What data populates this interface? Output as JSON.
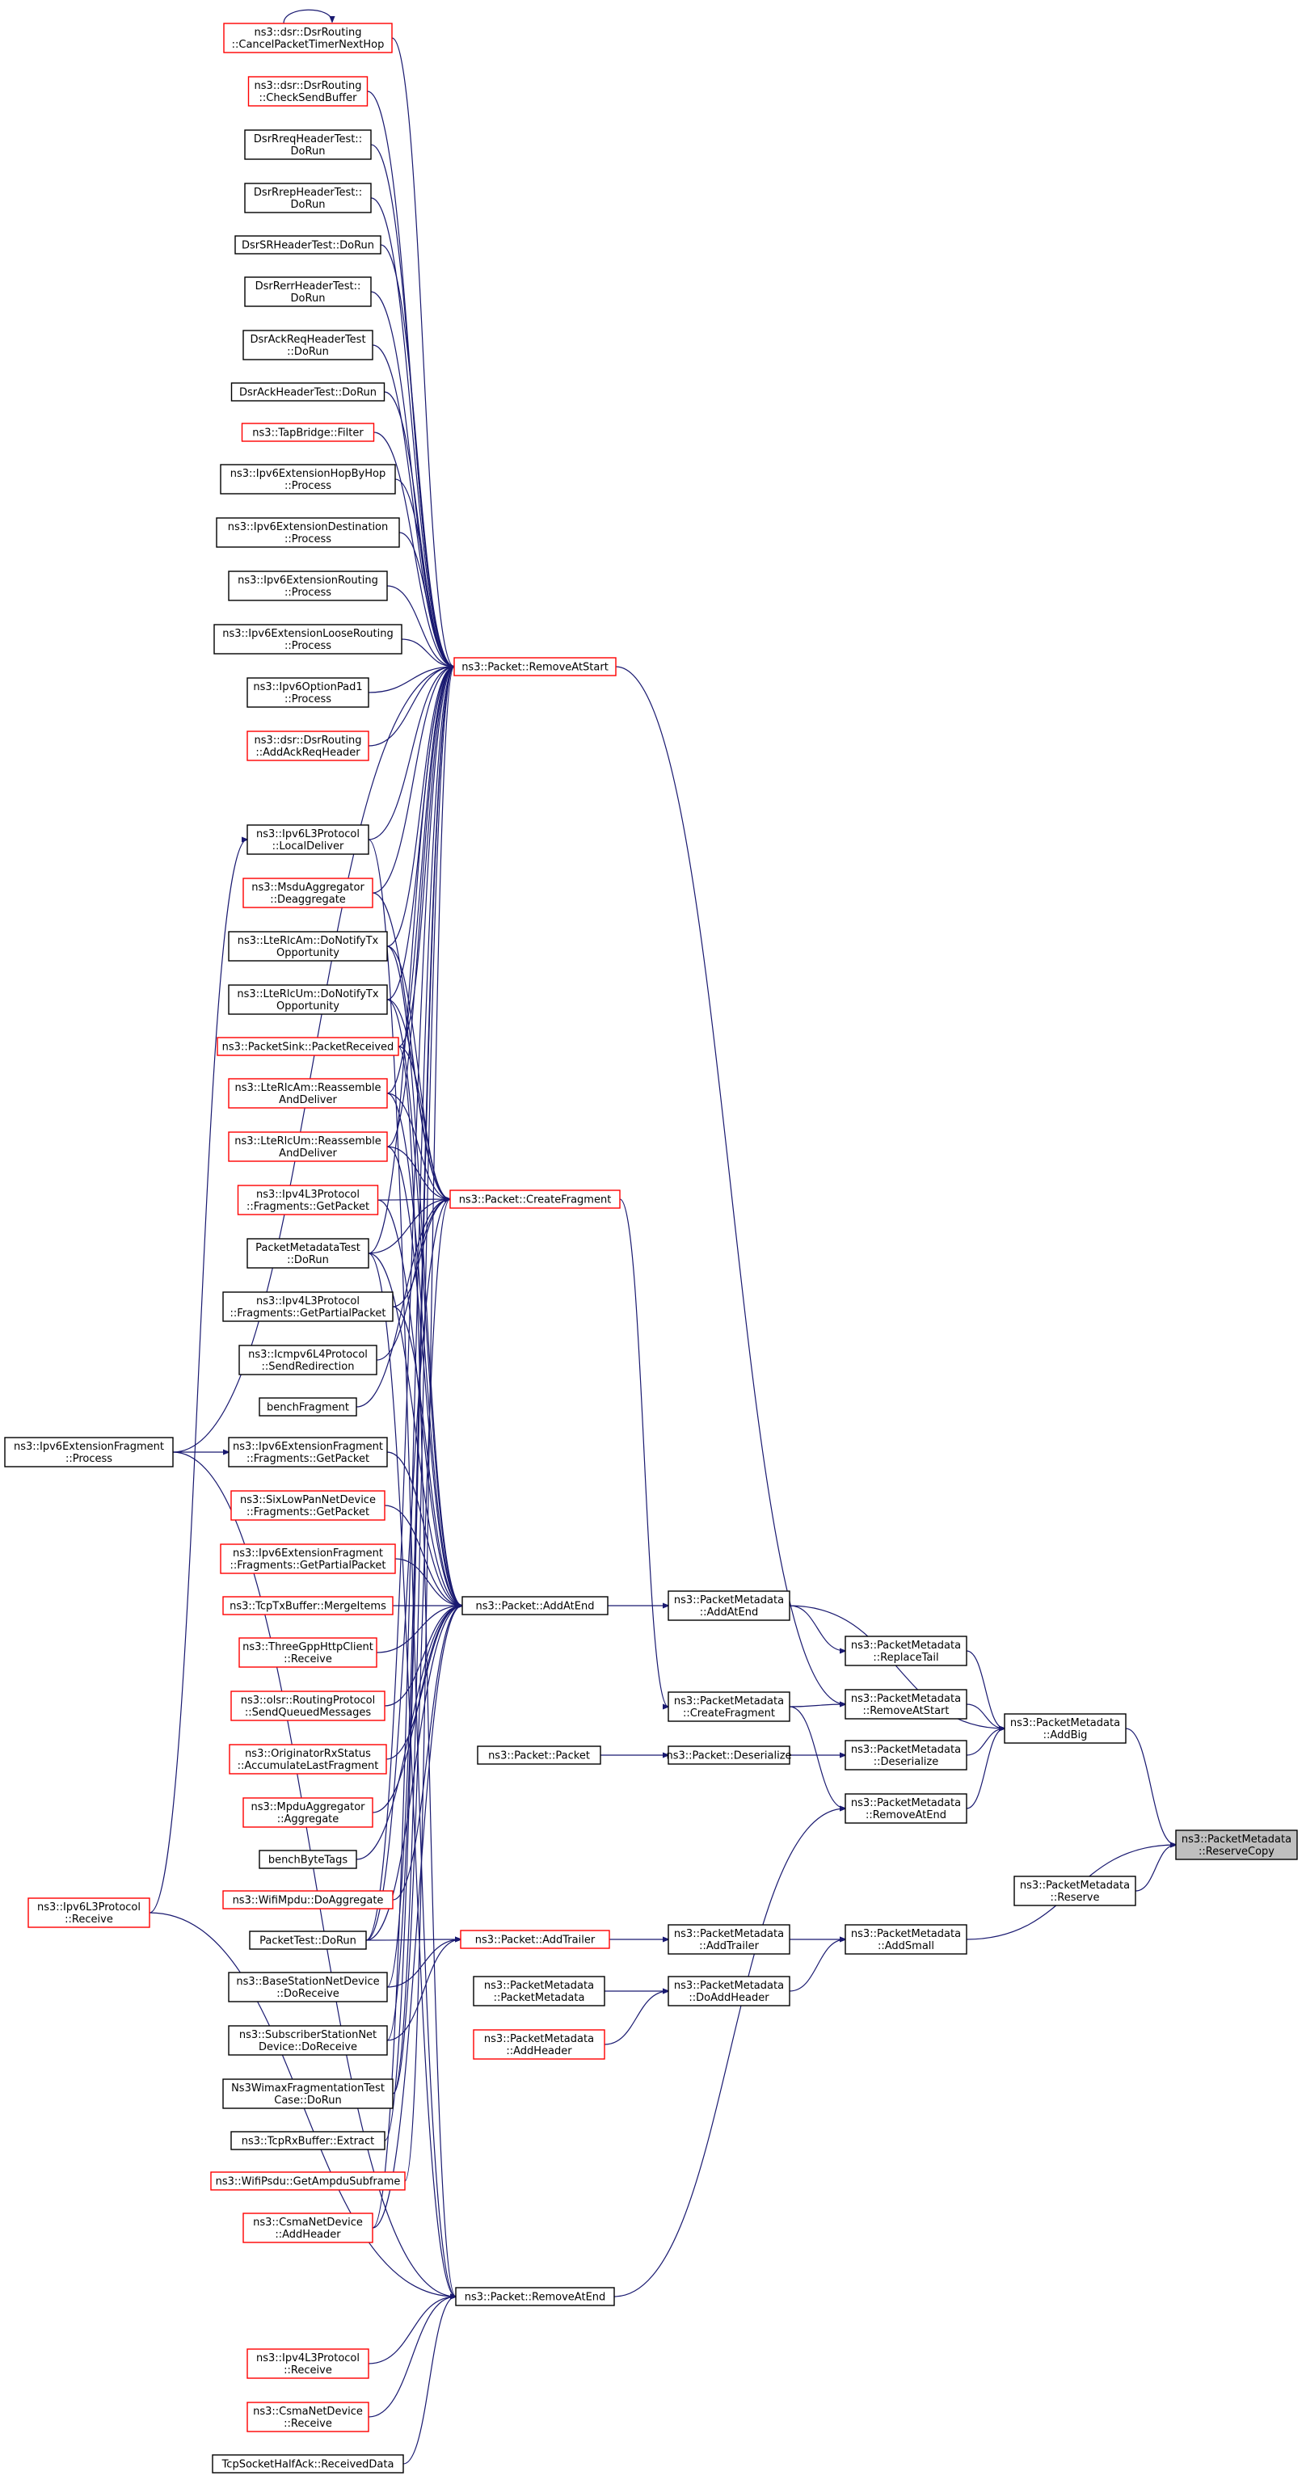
{
  "colors": {
    "edge": "#191970",
    "black_border": "#000000",
    "red_border": "#ff0000",
    "focus_fill": "#bfbfbf"
  },
  "nodes": [
    {
      "id": "n0",
      "lines": [
        "ns3::dsr::DsrRouting",
        "::CancelPacketTimerNextHop"
      ],
      "border": "red"
    },
    {
      "id": "n1",
      "lines": [
        "ns3::dsr::DsrRouting",
        "::CheckSendBuffer"
      ],
      "border": "red"
    },
    {
      "id": "n2",
      "lines": [
        "DsrRreqHeaderTest::",
        "DoRun"
      ],
      "border": "black"
    },
    {
      "id": "n3",
      "lines": [
        "DsrRrepHeaderTest::",
        "DoRun"
      ],
      "border": "black"
    },
    {
      "id": "n4",
      "lines": [
        "DsrSRHeaderTest::DoRun"
      ],
      "border": "black"
    },
    {
      "id": "n5",
      "lines": [
        "DsrRerrHeaderTest::",
        "DoRun"
      ],
      "border": "black"
    },
    {
      "id": "n6",
      "lines": [
        "DsrAckReqHeaderTest",
        "::DoRun"
      ],
      "border": "black"
    },
    {
      "id": "n7",
      "lines": [
        "DsrAckHeaderTest::DoRun"
      ],
      "border": "black"
    },
    {
      "id": "n8",
      "lines": [
        "ns3::TapBridge::Filter"
      ],
      "border": "red"
    },
    {
      "id": "n9",
      "lines": [
        "ns3::Ipv6ExtensionHopByHop",
        "::Process"
      ],
      "border": "black"
    },
    {
      "id": "n10",
      "lines": [
        "ns3::Ipv6ExtensionDestination",
        "::Process"
      ],
      "border": "black"
    },
    {
      "id": "n11",
      "lines": [
        "ns3::Ipv6ExtensionRouting",
        "::Process"
      ],
      "border": "black"
    },
    {
      "id": "n12",
      "lines": [
        "ns3::Ipv6ExtensionLooseRouting",
        "::Process"
      ],
      "border": "black"
    },
    {
      "id": "n13",
      "lines": [
        "ns3::Ipv6OptionPad1",
        "::Process"
      ],
      "border": "black"
    },
    {
      "id": "n14",
      "lines": [
        "ns3::dsr::DsrRouting",
        "::AddAckReqHeader"
      ],
      "border": "red"
    },
    {
      "id": "n15",
      "lines": [
        "ns3::Ipv6L3Protocol",
        "::LocalDeliver"
      ],
      "border": "black"
    },
    {
      "id": "n16",
      "lines": [
        "ns3::MsduAggregator",
        "::Deaggregate"
      ],
      "border": "red"
    },
    {
      "id": "n17",
      "lines": [
        "ns3::LteRlcAm::DoNotifyTx",
        "Opportunity"
      ],
      "border": "black"
    },
    {
      "id": "n18",
      "lines": [
        "ns3::LteRlcUm::DoNotifyTx",
        "Opportunity"
      ],
      "border": "black"
    },
    {
      "id": "n19",
      "lines": [
        "ns3::PacketSink::PacketReceived"
      ],
      "border": "red"
    },
    {
      "id": "n20",
      "lines": [
        "ns3::LteRlcAm::Reassemble",
        "AndDeliver"
      ],
      "border": "red"
    },
    {
      "id": "n21",
      "lines": [
        "ns3::LteRlcUm::Reassemble",
        "AndDeliver"
      ],
      "border": "red"
    },
    {
      "id": "n22",
      "lines": [
        "ns3::Ipv4L3Protocol",
        "::Fragments::GetPacket"
      ],
      "border": "red"
    },
    {
      "id": "n23",
      "lines": [
        "PacketMetadataTest",
        "::DoRun"
      ],
      "border": "black"
    },
    {
      "id": "n24",
      "lines": [
        "ns3::Ipv4L3Protocol",
        "::Fragments::GetPartialPacket"
      ],
      "border": "black"
    },
    {
      "id": "n25",
      "lines": [
        "ns3::Icmpv6L4Protocol",
        "::SendRedirection"
      ],
      "border": "black"
    },
    {
      "id": "n26",
      "lines": [
        "benchFragment"
      ],
      "border": "black"
    },
    {
      "id": "n27",
      "lines": [
        "ns3::Ipv6ExtensionFragment",
        "::Process"
      ],
      "border": "black"
    },
    {
      "id": "n28",
      "lines": [
        "ns3::Ipv6ExtensionFragment",
        "::Fragments::GetPacket"
      ],
      "border": "black"
    },
    {
      "id": "n29",
      "lines": [
        "ns3::SixLowPanNetDevice",
        "::Fragments::GetPacket"
      ],
      "border": "red"
    },
    {
      "id": "n30",
      "lines": [
        "ns3::Ipv6ExtensionFragment",
        "::Fragments::GetPartialPacket"
      ],
      "border": "red"
    },
    {
      "id": "n31",
      "lines": [
        "ns3::TcpTxBuffer::MergeItems"
      ],
      "border": "red"
    },
    {
      "id": "n32",
      "lines": [
        "ns3::ThreeGppHttpClient",
        "::Receive"
      ],
      "border": "red"
    },
    {
      "id": "n33",
      "lines": [
        "ns3::olsr::RoutingProtocol",
        "::SendQueuedMessages"
      ],
      "border": "red"
    },
    {
      "id": "n34",
      "lines": [
        "ns3::OriginatorRxStatus",
        "::AccumulateLastFragment"
      ],
      "border": "red"
    },
    {
      "id": "n35",
      "lines": [
        "ns3::MpduAggregator",
        "::Aggregate"
      ],
      "border": "red"
    },
    {
      "id": "n36",
      "lines": [
        "benchByteTags"
      ],
      "border": "black"
    },
    {
      "id": "n37",
      "lines": [
        "ns3::WifiMpdu::DoAggregate"
      ],
      "border": "red"
    },
    {
      "id": "n38",
      "lines": [
        "PacketTest::DoRun"
      ],
      "border": "black"
    },
    {
      "id": "n39",
      "lines": [
        "ns3::BaseStationNetDevice",
        "::DoReceive"
      ],
      "border": "black"
    },
    {
      "id": "n40",
      "lines": [
        "ns3::SubscriberStationNet",
        "Device::DoReceive"
      ],
      "border": "black"
    },
    {
      "id": "n41",
      "lines": [
        "Ns3WimaxFragmentationTest",
        "Case::DoRun"
      ],
      "border": "black"
    },
    {
      "id": "n42",
      "lines": [
        "ns3::TcpRxBuffer::Extract"
      ],
      "border": "black"
    },
    {
      "id": "n43",
      "lines": [
        "ns3::WifiPsdu::GetAmpduSubframe"
      ],
      "border": "red"
    },
    {
      "id": "n44",
      "lines": [
        "ns3::CsmaNetDevice",
        "::AddHeader"
      ],
      "border": "red"
    },
    {
      "id": "n45",
      "lines": [
        "ns3::Ipv6L3Protocol",
        "::Receive"
      ],
      "border": "red"
    },
    {
      "id": "n46",
      "lines": [
        "ns3::Ipv4L3Protocol",
        "::Receive"
      ],
      "border": "red"
    },
    {
      "id": "n47",
      "lines": [
        "ns3::CsmaNetDevice",
        "::Receive"
      ],
      "border": "red"
    },
    {
      "id": "n48",
      "lines": [
        "TcpSocketHalfAck::ReceivedData"
      ],
      "border": "black"
    },
    {
      "id": "n49",
      "lines": [
        "ns3::Packet::RemoveAtStart"
      ],
      "border": "red"
    },
    {
      "id": "n50",
      "lines": [
        "ns3::Packet::CreateFragment"
      ],
      "border": "red"
    },
    {
      "id": "n51",
      "lines": [
        "ns3::Packet::AddAtEnd"
      ],
      "border": "black"
    },
    {
      "id": "n52",
      "lines": [
        "ns3::Packet::Packet"
      ],
      "border": "black"
    },
    {
      "id": "n53",
      "lines": [
        "ns3::Packet::AddTrailer"
      ],
      "border": "red"
    },
    {
      "id": "n54",
      "lines": [
        "ns3::PacketMetadata",
        "::PacketMetadata"
      ],
      "border": "black"
    },
    {
      "id": "n55",
      "lines": [
        "ns3::PacketMetadata",
        "::AddHeader"
      ],
      "border": "red"
    },
    {
      "id": "n56",
      "lines": [
        "ns3::Packet::RemoveAtEnd"
      ],
      "border": "black"
    },
    {
      "id": "n57",
      "lines": [
        "ns3::PacketMetadata",
        "::AddAtEnd"
      ],
      "border": "black"
    },
    {
      "id": "n58",
      "lines": [
        "ns3::PacketMetadata",
        "::CreateFragment"
      ],
      "border": "black"
    },
    {
      "id": "n59",
      "lines": [
        "ns3::Packet::Deserialize"
      ],
      "border": "black"
    },
    {
      "id": "n60",
      "lines": [
        "ns3::PacketMetadata",
        "::AddTrailer"
      ],
      "border": "black"
    },
    {
      "id": "n61",
      "lines": [
        "ns3::PacketMetadata",
        "::DoAddHeader"
      ],
      "border": "black"
    },
    {
      "id": "n62",
      "lines": [
        "ns3::PacketMetadata",
        "::ReplaceTail"
      ],
      "border": "black"
    },
    {
      "id": "n63",
      "lines": [
        "ns3::PacketMetadata",
        "::RemoveAtStart"
      ],
      "border": "black"
    },
    {
      "id": "n64",
      "lines": [
        "ns3::PacketMetadata",
        "::Deserialize"
      ],
      "border": "black"
    },
    {
      "id": "n65",
      "lines": [
        "ns3::PacketMetadata",
        "::RemoveAtEnd"
      ],
      "border": "black"
    },
    {
      "id": "n66",
      "lines": [
        "ns3::PacketMetadata",
        "::AddSmall"
      ],
      "border": "black"
    },
    {
      "id": "n67",
      "lines": [
        "ns3::PacketMetadata",
        "::AddBig"
      ],
      "border": "black"
    },
    {
      "id": "n68",
      "lines": [
        "ns3::PacketMetadata",
        "::Reserve"
      ],
      "border": "black"
    },
    {
      "id": "n69",
      "lines": [
        "ns3::PacketMetadata",
        "::ReserveCopy"
      ],
      "border": "focus"
    }
  ],
  "edges": [
    [
      "n0",
      "n0"
    ],
    [
      "n0",
      "n49"
    ],
    [
      "n1",
      "n49"
    ],
    [
      "n2",
      "n49"
    ],
    [
      "n3",
      "n49"
    ],
    [
      "n4",
      "n49"
    ],
    [
      "n5",
      "n49"
    ],
    [
      "n6",
      "n49"
    ],
    [
      "n7",
      "n49"
    ],
    [
      "n8",
      "n49"
    ],
    [
      "n9",
      "n49"
    ],
    [
      "n10",
      "n49"
    ],
    [
      "n11",
      "n49"
    ],
    [
      "n12",
      "n49"
    ],
    [
      "n13",
      "n49"
    ],
    [
      "n14",
      "n49"
    ],
    [
      "n15",
      "n49"
    ],
    [
      "n16",
      "n49"
    ],
    [
      "n17",
      "n49"
    ],
    [
      "n18",
      "n49"
    ],
    [
      "n19",
      "n49"
    ],
    [
      "n20",
      "n49"
    ],
    [
      "n21",
      "n49"
    ],
    [
      "n23",
      "n49"
    ],
    [
      "n27",
      "n49"
    ],
    [
      "n38",
      "n49"
    ],
    [
      "n39",
      "n49"
    ],
    [
      "n40",
      "n49"
    ],
    [
      "n41",
      "n49"
    ],
    [
      "n42",
      "n49"
    ],
    [
      "n43",
      "n49"
    ],
    [
      "n44",
      "n49"
    ],
    [
      "n16",
      "n50"
    ],
    [
      "n17",
      "n50"
    ],
    [
      "n18",
      "n50"
    ],
    [
      "n19",
      "n50"
    ],
    [
      "n20",
      "n50"
    ],
    [
      "n21",
      "n50"
    ],
    [
      "n22",
      "n50"
    ],
    [
      "n23",
      "n50"
    ],
    [
      "n24",
      "n50"
    ],
    [
      "n25",
      "n50"
    ],
    [
      "n26",
      "n50"
    ],
    [
      "n38",
      "n50"
    ],
    [
      "n41",
      "n50"
    ],
    [
      "n17",
      "n51"
    ],
    [
      "n18",
      "n51"
    ],
    [
      "n20",
      "n51"
    ],
    [
      "n21",
      "n51"
    ],
    [
      "n22",
      "n51"
    ],
    [
      "n23",
      "n51"
    ],
    [
      "n24",
      "n51"
    ],
    [
      "n28",
      "n51"
    ],
    [
      "n29",
      "n51"
    ],
    [
      "n30",
      "n51"
    ],
    [
      "n31",
      "n51"
    ],
    [
      "n32",
      "n51"
    ],
    [
      "n33",
      "n51"
    ],
    [
      "n34",
      "n51"
    ],
    [
      "n35",
      "n51"
    ],
    [
      "n36",
      "n51"
    ],
    [
      "n37",
      "n51"
    ],
    [
      "n38",
      "n51"
    ],
    [
      "n44",
      "n51"
    ],
    [
      "n38",
      "n53"
    ],
    [
      "n39",
      "n53"
    ],
    [
      "n40",
      "n53"
    ],
    [
      "n27",
      "n56"
    ],
    [
      "n15",
      "n56"
    ],
    [
      "n45",
      "n56"
    ],
    [
      "n46",
      "n56"
    ],
    [
      "n47",
      "n56"
    ],
    [
      "n48",
      "n56"
    ],
    [
      "n19",
      "n56"
    ],
    [
      "n23",
      "n56"
    ],
    [
      "n45",
      "n15"
    ],
    [
      "n27",
      "n28"
    ],
    [
      "n51",
      "n57"
    ],
    [
      "n50",
      "n58"
    ],
    [
      "n49",
      "n63"
    ],
    [
      "n56",
      "n65"
    ],
    [
      "n52",
      "n59"
    ],
    [
      "n59",
      "n64"
    ],
    [
      "n53",
      "n60"
    ],
    [
      "n54",
      "n61"
    ],
    [
      "n55",
      "n61"
    ],
    [
      "n60",
      "n66"
    ],
    [
      "n61",
      "n66"
    ],
    [
      "n57",
      "n62"
    ],
    [
      "n58",
      "n63"
    ],
    [
      "n58",
      "n65"
    ],
    [
      "n57",
      "n67"
    ],
    [
      "n62",
      "n67"
    ],
    [
      "n63",
      "n67"
    ],
    [
      "n64",
      "n67"
    ],
    [
      "n65",
      "n67"
    ],
    [
      "n67",
      "n69"
    ],
    [
      "n68",
      "n69"
    ],
    [
      "n66",
      "n69"
    ]
  ]
}
